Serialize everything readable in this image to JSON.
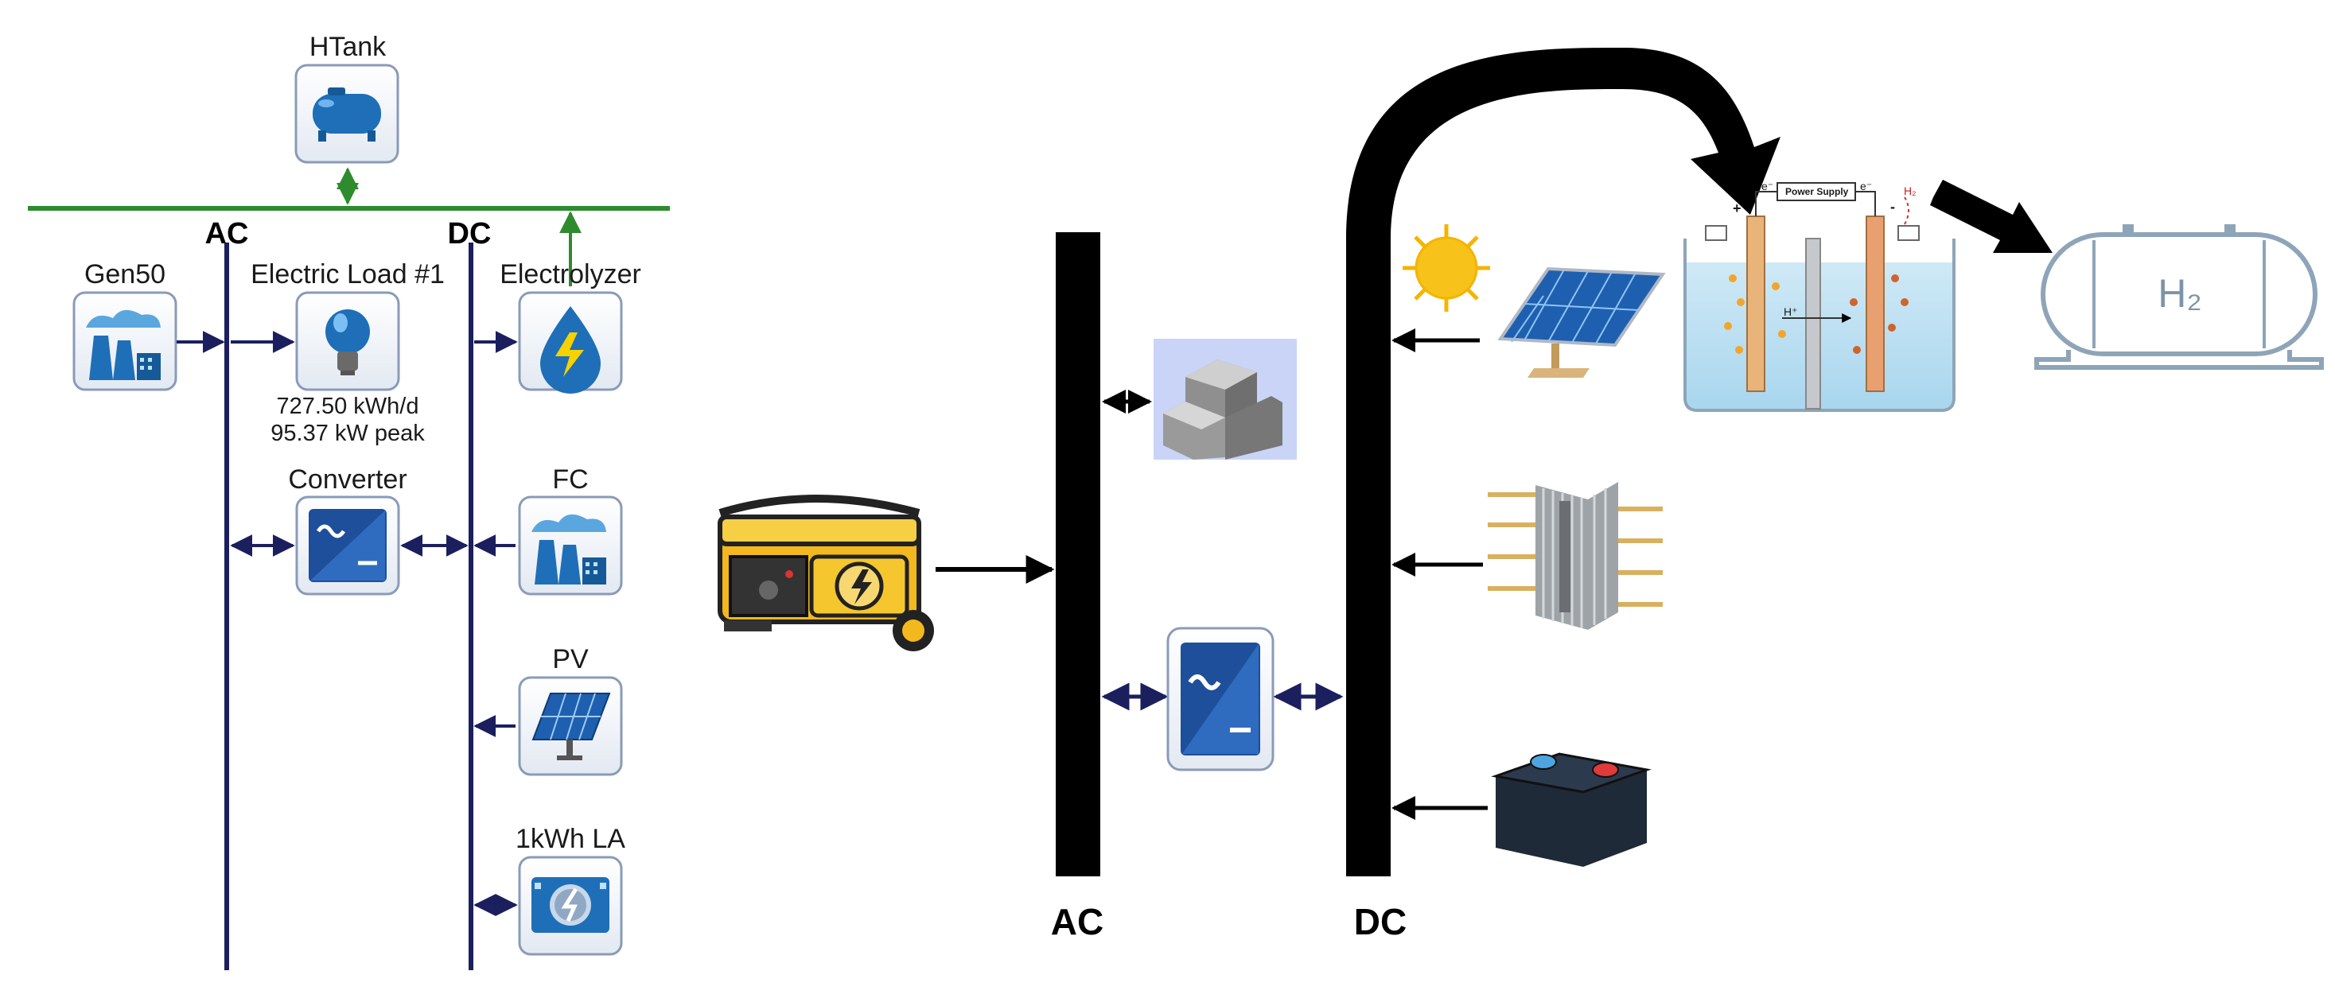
{
  "left_schematic": {
    "buses": {
      "ac": "AC",
      "dc": "DC"
    },
    "components": {
      "htank": "HTank",
      "gen": "Gen50",
      "load": "Electric Load #1",
      "electrolyzer": "Electrolyzer",
      "converter": "Converter",
      "fc": "FC",
      "pv": "PV",
      "battery": "1kWh LA"
    },
    "load_stats": {
      "energy": "727.50 kWh/d",
      "peak": "95.37 kW peak"
    },
    "colors": {
      "bus": "#1b1f5e",
      "hydrogen_line": "#2e8b2e",
      "icon_blue": "#1e6fb8"
    }
  },
  "right_diagram": {
    "buses": {
      "ac": "AC",
      "dc": "DC"
    },
    "electrolyzer_labels": {
      "power_supply": "Power Supply",
      "proton": "H⁺",
      "electron_left": "e⁻",
      "electron_right": "e⁻",
      "h2_small": "H₂",
      "plus": "+",
      "minus": "-"
    },
    "tank_label": "H₂",
    "icons": [
      "generator-icon",
      "load-building-icon",
      "converter-icon",
      "sun-icon",
      "solar-panel-icon",
      "fuel-cell-stack-icon",
      "battery-icon",
      "electrolyzer-cell-icon",
      "hydrogen-tank-icon"
    ]
  }
}
